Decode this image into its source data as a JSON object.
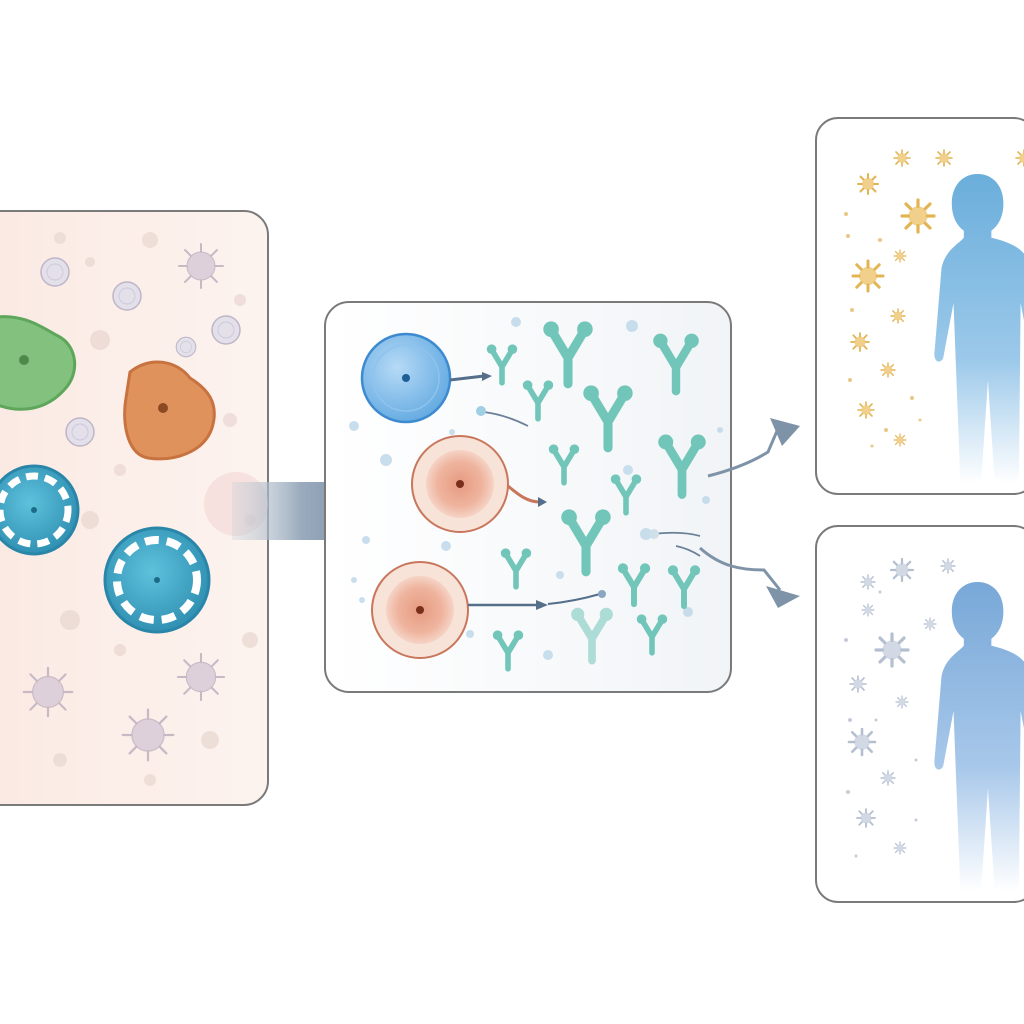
{
  "diagram": {
    "panels": [
      {
        "id": "antigen-exposure",
        "kind": "cells-and-pathogens"
      },
      {
        "id": "antibody-response",
        "kind": "b-cells-secreting-antibodies"
      },
      {
        "id": "outcome-protected",
        "kind": "human-with-particles"
      },
      {
        "id": "outcome-exposed",
        "kind": "human-with-particles"
      }
    ],
    "arrows": [
      {
        "from": "antigen-exposure",
        "to": "antibody-response",
        "style": "block"
      },
      {
        "from": "antibody-response",
        "to": "outcome-protected",
        "style": "thin"
      },
      {
        "from": "antibody-response",
        "to": "outcome-exposed",
        "style": "thin"
      }
    ]
  },
  "colors": {
    "panel_left_fill": "#fbeee8",
    "panel_border": "#8a8a8a",
    "cell_green": "#7fbf7a",
    "cell_orange": "#e0905a",
    "cell_teal": "#3aa6c4",
    "b_cell_blue": "#6eb2e4",
    "plasma_cell": "#eca48a",
    "antibody": "#6cc5b8",
    "block_arrow": "#7f95ad",
    "human_blue": "#74b4dd",
    "gold_particle": "#e4b85e",
    "grey_particle": "#b8c2d2"
  },
  "icons": {
    "pathogen": "virus-icon",
    "antibody": "y-shaped-antibody-icon",
    "human": "human-silhouette-icon",
    "arrow": "arrow-right-icon"
  }
}
